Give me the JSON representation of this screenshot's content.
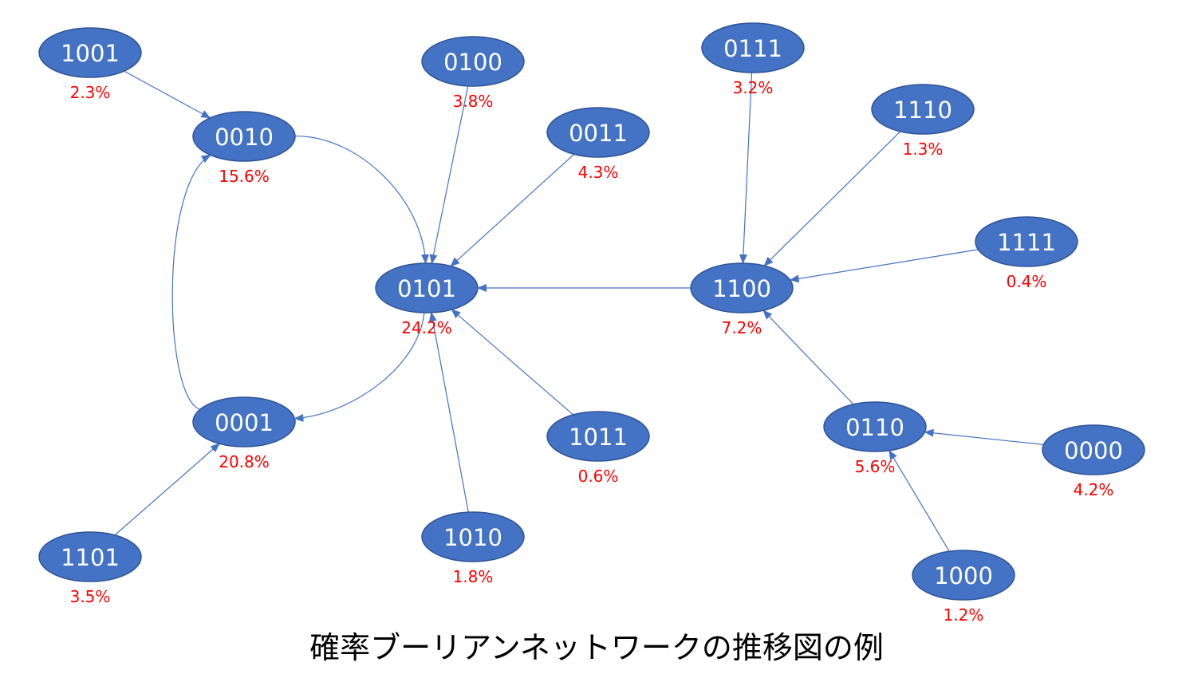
{
  "diagram": {
    "caption": "確率ブーリアンネットワークの推移図の例",
    "colors": {
      "node_fill": "#4472C4",
      "edge": "#4472C4",
      "probability_text": "#FF0000"
    },
    "nodes": [
      {
        "id": "n1001",
        "label": "1001",
        "probability": "2.3%"
      },
      {
        "id": "n0010",
        "label": "0010",
        "probability": "15.6%"
      },
      {
        "id": "n0001",
        "label": "0001",
        "probability": "20.8%"
      },
      {
        "id": "n1101",
        "label": "1101",
        "probability": "3.5%"
      },
      {
        "id": "n0100",
        "label": "0100",
        "probability": "3.8%"
      },
      {
        "id": "n0011",
        "label": "0011",
        "probability": "4.3%"
      },
      {
        "id": "n0101",
        "label": "0101",
        "probability": "24.2%"
      },
      {
        "id": "n1011",
        "label": "1011",
        "probability": "0.6%"
      },
      {
        "id": "n1010",
        "label": "1010",
        "probability": "1.8%"
      },
      {
        "id": "n0111",
        "label": "0111",
        "probability": "3.2%"
      },
      {
        "id": "n1110",
        "label": "1110",
        "probability": "1.3%"
      },
      {
        "id": "n1111",
        "label": "1111",
        "probability": "0.4%"
      },
      {
        "id": "n1100",
        "label": "1100",
        "probability": "7.2%"
      },
      {
        "id": "n0110",
        "label": "0110",
        "probability": "5.6%"
      },
      {
        "id": "n0000",
        "label": "0000",
        "probability": "4.2%"
      },
      {
        "id": "n1000",
        "label": "1000",
        "probability": "1.2%"
      }
    ],
    "edges": [
      {
        "from": "n1001",
        "to": "n0010"
      },
      {
        "from": "n0010",
        "to": "n0101"
      },
      {
        "from": "n0001",
        "to": "n0010"
      },
      {
        "from": "n1101",
        "to": "n0001"
      },
      {
        "from": "n0101",
        "to": "n0001"
      },
      {
        "from": "n0100",
        "to": "n0101"
      },
      {
        "from": "n0011",
        "to": "n0101"
      },
      {
        "from": "n1011",
        "to": "n0101"
      },
      {
        "from": "n1010",
        "to": "n0101"
      },
      {
        "from": "n1100",
        "to": "n0101"
      },
      {
        "from": "n0111",
        "to": "n1100"
      },
      {
        "from": "n1110",
        "to": "n1100"
      },
      {
        "from": "n1111",
        "to": "n1100"
      },
      {
        "from": "n0110",
        "to": "n1100"
      },
      {
        "from": "n0000",
        "to": "n0110"
      },
      {
        "from": "n1000",
        "to": "n0110"
      }
    ]
  }
}
